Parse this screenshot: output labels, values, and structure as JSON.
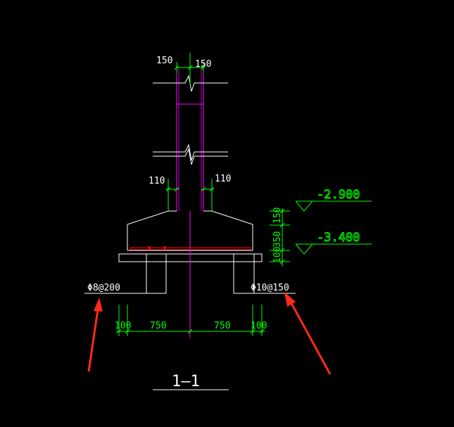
{
  "drawing": {
    "colors": {
      "background": "#000000",
      "outline": "#ffffff",
      "dimension": "#00ff00",
      "column": "#ff00ff",
      "rebar": "#ff0000",
      "arrow": "#ff2a1a"
    },
    "column_dims": {
      "left": "150",
      "right": "150"
    },
    "collar_dims": {
      "left": "110",
      "right": "110"
    },
    "elevations": {
      "upper": "-2.900",
      "lower": "-3.400"
    },
    "vertical_dims": {
      "top": "150",
      "middle": "350",
      "bottom": "100"
    },
    "rebar_labels": {
      "left": "Φ8@200",
      "right": "Φ10@150"
    },
    "base_dims": {
      "left_edge": "100",
      "left_half": "750",
      "right_half": "750",
      "right_edge": "100"
    },
    "section_label": "1—1",
    "annotations": [
      "red-arrow-left",
      "red-arrow-right"
    ]
  }
}
